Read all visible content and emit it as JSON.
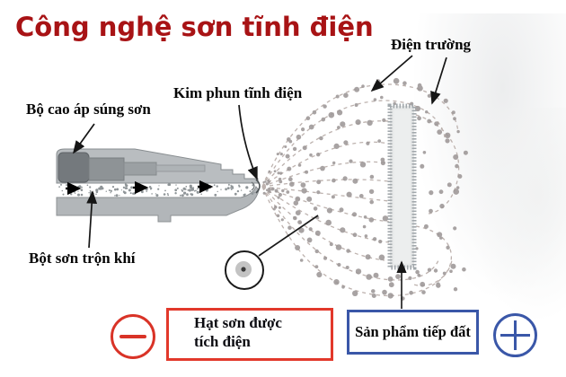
{
  "title": {
    "text": "Công nghệ sơn tĩnh điện",
    "color": "#a81315"
  },
  "labels": {
    "high_voltage_unit": "Bộ cao áp súng sơn",
    "electrostatic_needle": "Kim phun tĩnh điện",
    "electric_field": "Điện trường",
    "powder_air_mix": "Bột sơn trộn khí"
  },
  "legend": {
    "negative": {
      "icon": "minus-circle",
      "color": "#d93327",
      "text_line1": "Hạt sơn được",
      "text_line2": "tích điện",
      "box_border_color": "#e2382b"
    },
    "positive": {
      "icon": "plus-circle",
      "color": "#3a57a8",
      "text": "Sản phẩm tiếp đất",
      "box_border_color": "#3a57a8"
    }
  },
  "diagram": {
    "gun_body_color": "#b9bdc0",
    "high_voltage_block_color": "#74797d",
    "plate_fill": "#e7e9e9",
    "plate_border": "#a2a8ac",
    "field_line_color": "#bdb2ae",
    "particle_color": "#9d9797"
  }
}
